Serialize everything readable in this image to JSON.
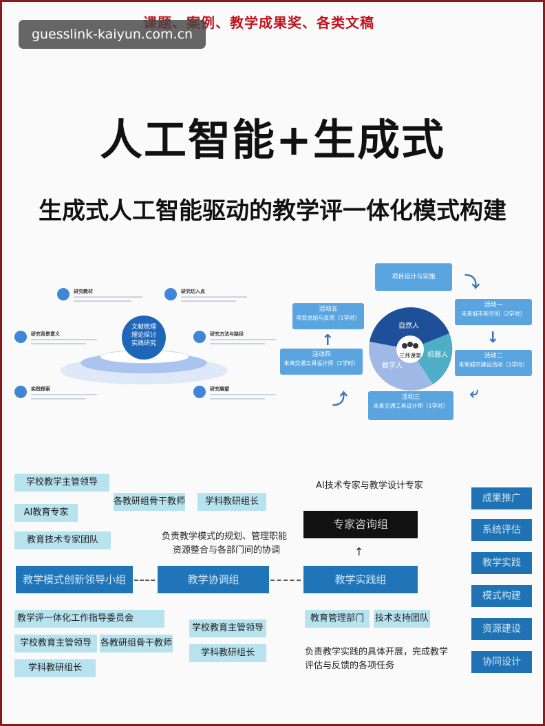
{
  "header": {
    "top_note": "课题、案例、教学成果奖、各类文稿",
    "watermark": "guesslink-kaiyun.com.cn",
    "title": "人工智能+生成式",
    "subtitle": "生成式人工智能驱动的教学评一体化模式构建"
  },
  "left_diagram": {
    "core_lines": [
      "文献梳理",
      "理论探讨",
      "实践研究"
    ],
    "items": [
      "研究教材",
      "研究切入点",
      "研究背景意义",
      "研究方法与路径",
      "实践探索",
      "研究展望"
    ]
  },
  "right_diagram": {
    "top_box": "项目设计与实施",
    "boxes": [
      {
        "l1": "活动一",
        "l2": "未来城市新空间（2学时）"
      },
      {
        "l1": "活动二",
        "l2": "未来城市建设活动（1学时）"
      },
      {
        "l1": "活动三",
        "l2": "未来交通工具设计师（1学时）"
      },
      {
        "l1": "活动四",
        "l2": "未来交通工具设计师（2学时）"
      },
      {
        "l1": "活动五",
        "l2": "项目总结与反思（1学时）"
      }
    ],
    "center": "三师课堂",
    "segments": [
      "自然人",
      "机器人",
      "数字人"
    ]
  },
  "org_chart": {
    "left_top": [
      "学校教学主管领导",
      "AI教育专家",
      "教育技术专家团队"
    ],
    "mid_top": [
      "各教研组骨干教师",
      "学科教研组长"
    ],
    "desc_top": [
      "负责教学模式的规划、管理职能",
      "资源整合与各部门间的协调"
    ],
    "expert_title": "AI技术专家与教学设计专家",
    "expert_group": "专家咨询组",
    "lead_group": "教学模式创新领导小组",
    "coord_group": "教学协调组",
    "practice_group": "教学实践组",
    "bottom_left_head": "教学评一体化工作指导委员会",
    "bottom_left": [
      "学校教育主管领导",
      "各教研组骨干教师",
      "学科教研组长"
    ],
    "bottom_mid": [
      "学校教育主管领导",
      "学科教研组长"
    ],
    "bottom_right": [
      "教育管理部门",
      "技术支持团队"
    ],
    "desc_bottom": [
      "负责教学实践的具体开展，完成教学",
      "评估与反馈的各项任务"
    ],
    "side": [
      "成果推广",
      "系统评估",
      "教学实践",
      "模式构建",
      "资源建设",
      "协同设计"
    ]
  }
}
